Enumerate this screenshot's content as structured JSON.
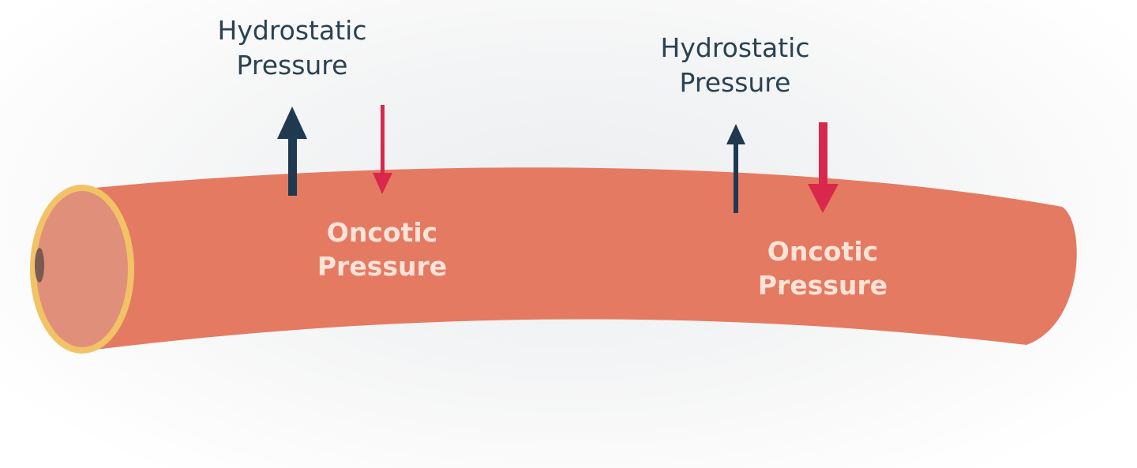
{
  "colors": {
    "vessel_body": "#e57a62",
    "vessel_opening": "#e0907a",
    "vessel_rim": "#f2c366",
    "lumen": "#7a5a52",
    "hydrostatic_arrow": "#1f3a50",
    "oncotic_arrow": "#d8284c"
  },
  "labels": {
    "hydro_1_line1": "Hydrostatic",
    "hydro_1_line2": "Pressure",
    "hydro_2_line1": "Hydrostatic",
    "hydro_2_line2": "Pressure",
    "onco_1_line1": "Oncotic",
    "onco_1_line2": "Pressure",
    "onco_2_line1": "Oncotic",
    "onco_2_line2": "Pressure"
  }
}
